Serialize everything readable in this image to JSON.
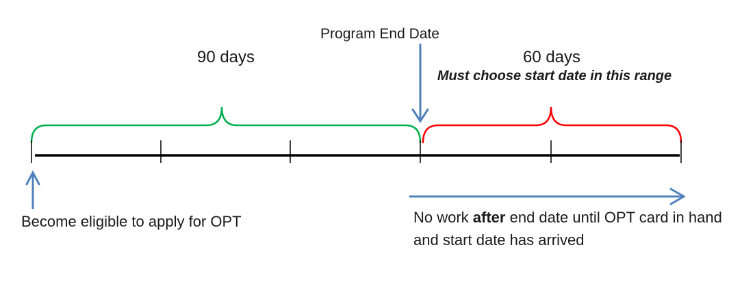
{
  "title": "OPT application timeline diagram",
  "labels": {
    "program_end": "Program End Date",
    "green_duration": "90 days",
    "red_duration": "60 days",
    "range_note": "Must choose start date in this range",
    "become_eligible": "Become eligible to apply for OPT",
    "no_work_prefix": "No work ",
    "no_work_bold": "after",
    "no_work_suffix": " end date until OPT card in hand and start date has arrived"
  },
  "colors": {
    "green_brace": "#00B050",
    "red_brace": "#FF0000",
    "blue_arrow": "#4F81BD",
    "timeline": "#000000",
    "text": "#1a1a1a"
  },
  "timeline": {
    "segments": [
      {
        "name": "before-program-end",
        "duration_label": "90 days",
        "color": "#00B050"
      },
      {
        "name": "after-program-end",
        "duration_label": "60 days",
        "color": "#FF0000"
      }
    ],
    "tick_count": 6
  }
}
